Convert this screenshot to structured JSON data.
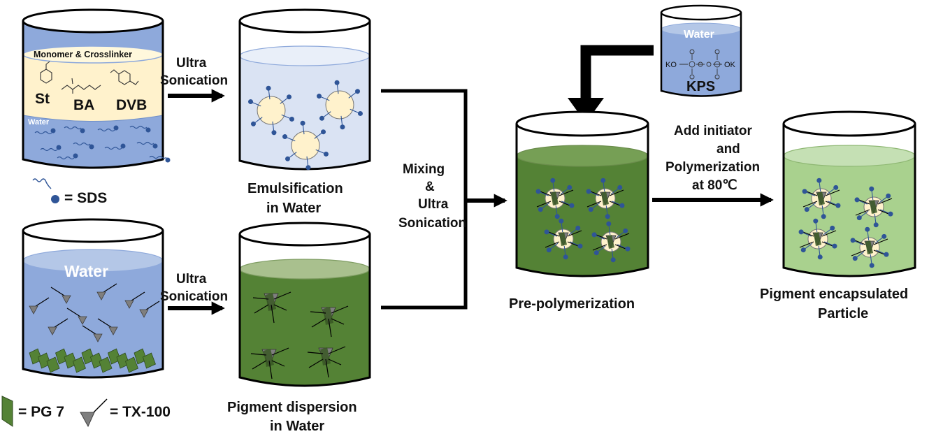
{
  "beakers": {
    "monomer": {
      "layer_label": "Monomer & Crosslinker",
      "water_label": "Water",
      "st": "St",
      "ba": "BA",
      "dvb": "DVB"
    },
    "pigment_water": {
      "water_label": "Water"
    },
    "kps": {
      "water_label": "Water",
      "formula_left": "KO",
      "formula_right": "OK",
      "name": "KPS"
    }
  },
  "steps": {
    "sonication_top": [
      "Ultra",
      "Sonication"
    ],
    "sonication_bottom": [
      "Ultra",
      "Sonication"
    ],
    "mixing": [
      "Mixing",
      "&",
      "Ultra",
      "Sonication"
    ],
    "initiator": [
      "Add initiator",
      "and",
      "Polymerization",
      "at 80℃"
    ]
  },
  "captions": {
    "emulsification": [
      "Emulsification",
      "in Water"
    ],
    "pigment_dispersion": [
      "Pigment dispersion",
      "in Water"
    ],
    "prepolymerization": "Pre-polymerization",
    "encapsulated": [
      "Pigment encapsulated",
      "Particle"
    ]
  },
  "legend": {
    "sds": "= SDS",
    "pg7": "= PG 7",
    "tx100": "= TX-100"
  },
  "colors": {
    "water_blue": "#8ea9db",
    "water_blue_light": "#b4c7e7",
    "monomer_yellow": "#fff2cc",
    "emulsion_light": "#dae3f3",
    "pigment_green": "#548235",
    "pigment_green_top": "#a9c08e",
    "final_green": "#a9d18e",
    "final_green_top": "#c5e0b4",
    "sds_blue": "#2f5597"
  }
}
